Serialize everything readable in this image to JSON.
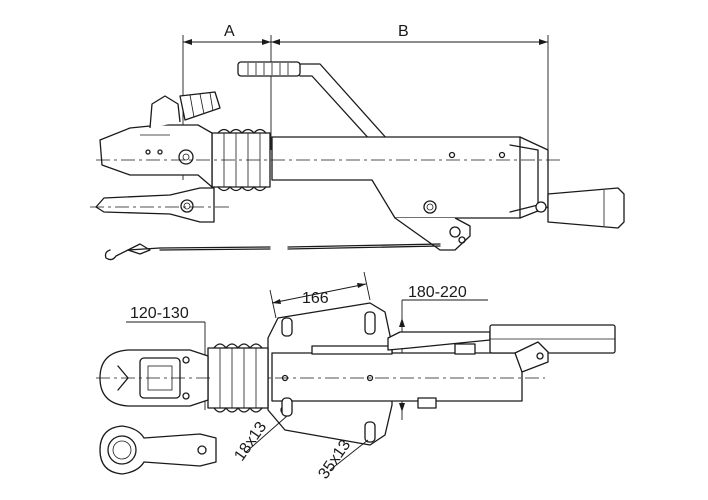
{
  "labels": {
    "dim_a": "A",
    "dim_b": "B",
    "dim_166": "166",
    "dim_180_220": "180-220",
    "dim_120_130": "120-130",
    "dim_18x13": "18x13",
    "dim_35x13": "35x13"
  }
}
